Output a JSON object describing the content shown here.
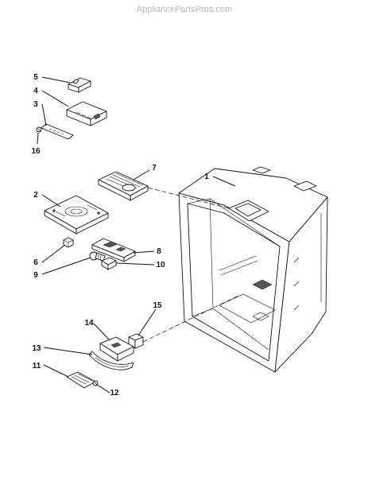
{
  "watermark": "AppliancePartsPros.com",
  "callouts": {
    "c1": "1",
    "c2": "2",
    "c3": "3",
    "c4": "4",
    "c5": "5",
    "c6": "6",
    "c7": "7",
    "c8": "8",
    "c9": "9",
    "c10": "10",
    "c11": "11",
    "c12": "12",
    "c13": "13",
    "c14": "14",
    "c15": "15",
    "c16": "16"
  }
}
